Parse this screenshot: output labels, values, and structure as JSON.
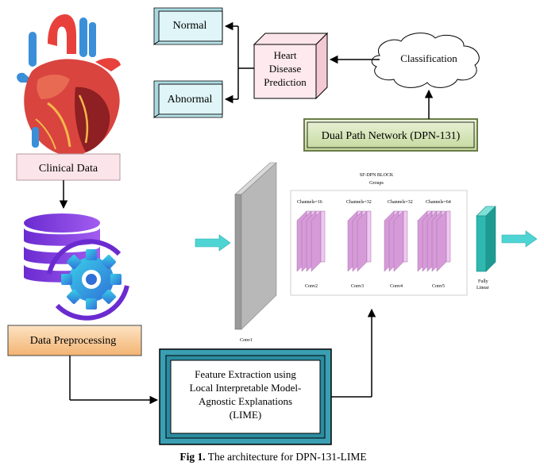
{
  "nodes": {
    "normal": "Normal",
    "abnormal": "Abnormal",
    "heart_line1": "Heart",
    "heart_line2": "Disease",
    "heart_line3": "Prediction",
    "classification": "Classification",
    "dpn": "Dual Path Network (DPN-131)",
    "clinical_data": "Clinical Data",
    "data_preprocessing": "Data Preprocessing",
    "feature_line1": "Feature Extraction using",
    "feature_line2": "Local Interpretable Model-",
    "feature_line3": "Agnostic Explanations",
    "feature_line4": "(LIME)"
  },
  "network": {
    "block_title": "SF-DPN BLOCK",
    "groups": "Groups",
    "channels": [
      "Channels=16",
      "Channels=32",
      "Channels=32",
      "Channels=64"
    ],
    "conv_labels": [
      "Conv2",
      "Conv3",
      "Conv4",
      "Conv5"
    ],
    "conv1": "Conv1",
    "fully_line1": "Fully",
    "fully_line2": "Linear"
  },
  "caption": {
    "label": "Fig 1.",
    "text": " The architecture for DPN-131-LIME"
  },
  "colors": {
    "pale_cyan": "#dff5f7",
    "pink": "#fbe5ea",
    "green_fill": "#d7e6b8",
    "orange_fill": "#f7c891",
    "teal": "#3a9fb3",
    "plate_purple": "#e4b8e8",
    "cyan_arrow": "#4fd4d4",
    "fc_teal": "#2fb8b0"
  }
}
